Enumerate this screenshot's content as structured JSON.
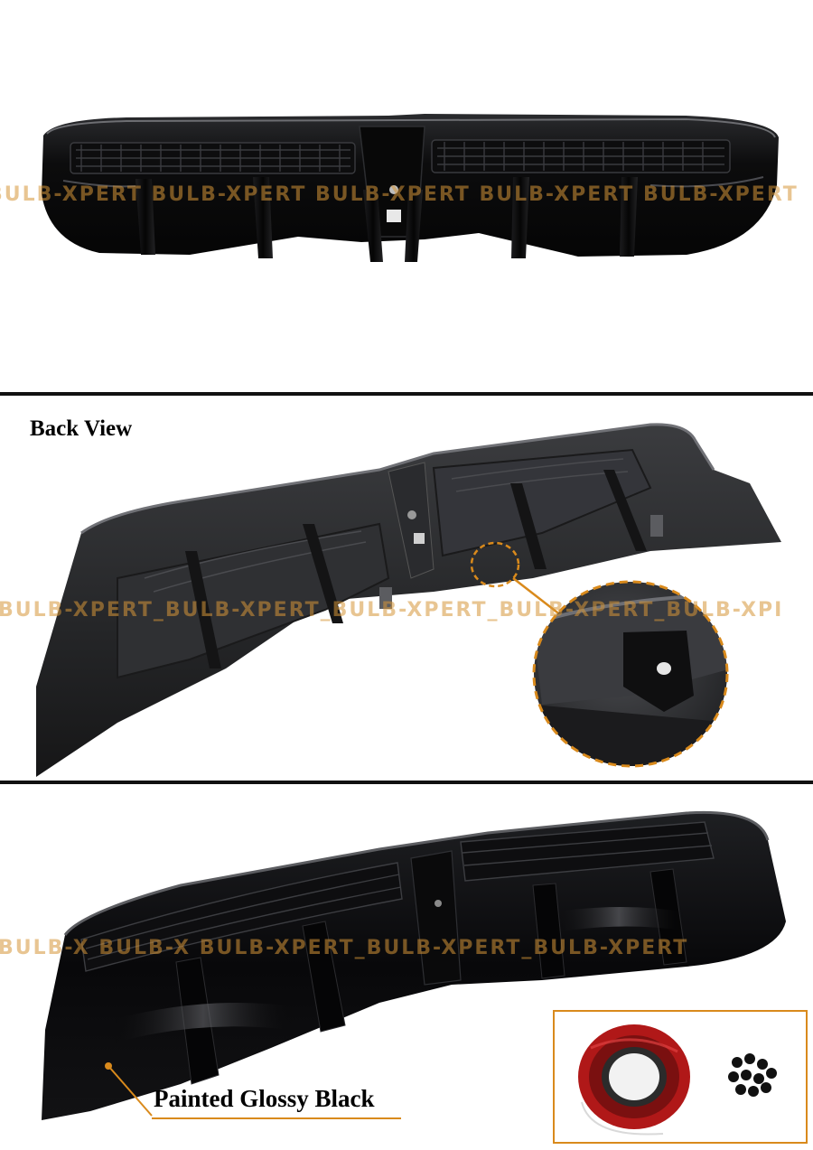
{
  "watermark": {
    "top": "BULB-XPERT  BULB-XPERT  BULB-XPERT  BULB-XPERT  BULB-XPERT",
    "middle": "BULB-XPERT_BULB-XPERT_BULB-XPERT_BULB-XPERT_BULB-XPI",
    "bottom": "BULB-X          BULB-X          BULB-XPERT_BULB-XPERT_BULB-XPERT"
  },
  "labels": {
    "back_view": "Back View",
    "finish": "Painted Glossy Black"
  },
  "colors": {
    "accent": "#d98a1c",
    "divider": "#111111",
    "product": "#0b0b0c"
  },
  "icons": {
    "detail_callout": "magnify-circle-icon",
    "tape": "tape-roll-icon",
    "hardware": "screws-icon"
  }
}
